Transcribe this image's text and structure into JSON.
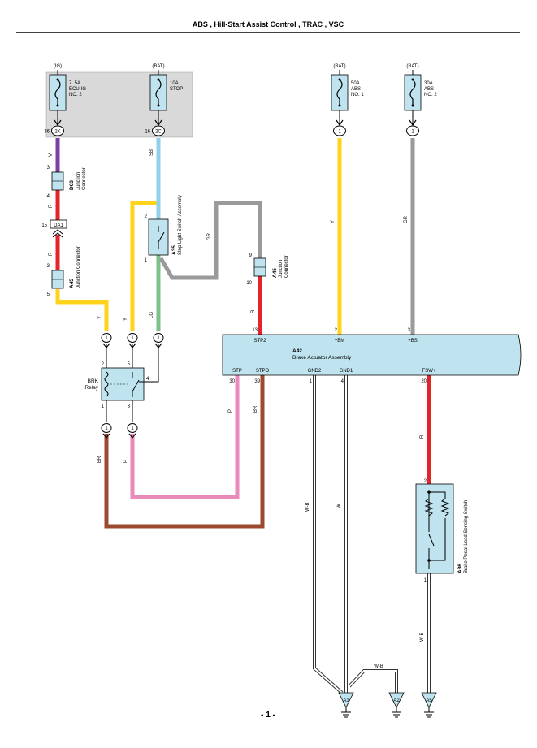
{
  "title": "ABS , Hill-Start Assist Control , TRAC , VSC",
  "page_number": "- 1 -",
  "fuses": [
    {
      "id": "fuse-ecu-ig",
      "supply": "(IG)",
      "lines": [
        "7. 5A",
        "ECU-IG",
        "NO. 2"
      ],
      "pin": "36",
      "conn": "2K"
    },
    {
      "id": "fuse-stop",
      "supply": "(BAT)",
      "lines": [
        "10A",
        "STOP"
      ],
      "pin": "16",
      "conn": "2C"
    },
    {
      "id": "fuse-abs1",
      "supply": "(BAT)",
      "lines": [
        "50A",
        "ABS",
        "NO. 1"
      ],
      "pin": "",
      "conn": "1"
    },
    {
      "id": "fuse-abs2",
      "supply": "(BAT)",
      "lines": [
        "30A",
        "ABS",
        "NO. 2"
      ],
      "pin": "",
      "conn": "1"
    }
  ],
  "components": {
    "d63": {
      "code": "D63",
      "name_lines": [
        "Junction",
        "Connector"
      ],
      "pin_top": "3",
      "pin_bottom": "4"
    },
    "da1": {
      "code": "DA1",
      "pin": "15"
    },
    "a45_left": {
      "code": "A45",
      "name": "Junction Connector",
      "pin_top": "3",
      "pin_bottom": "5"
    },
    "a35": {
      "code": "A35",
      "name": "Stop Light Switch Assembly",
      "pin_top": "2",
      "pin_bottom": "1"
    },
    "a45_right": {
      "code": "A45",
      "name_lines": [
        "Junction",
        "Connector"
      ],
      "pin_top": "9",
      "pin_bottom": "10"
    },
    "brk_relay": {
      "name_lines": [
        "BRK",
        "Relay"
      ],
      "pin_2": "2",
      "pin_5": "5",
      "pin_4": "4",
      "pin_1": "1",
      "pin_3": "3"
    },
    "a42": {
      "code": "A42",
      "name": "Brake Actuator Assembly",
      "top_pins": [
        {
          "num": "13",
          "label": "STP2"
        },
        {
          "num": "2",
          "label": "+BM"
        },
        {
          "num": "3",
          "label": "+BS"
        }
      ],
      "bottom_pins": [
        {
          "num": "30",
          "label": "STP"
        },
        {
          "num": "39",
          "label": "STPO"
        },
        {
          "num": "1",
          "label": "GND2"
        },
        {
          "num": "4",
          "label": "GND1"
        },
        {
          "num": "20",
          "label": "FSW+"
        }
      ]
    },
    "a36": {
      "code": "A36",
      "name": "Brake Pedal Load Sensing Switch",
      "pin_top": "2",
      "pin_bottom": "1"
    }
  },
  "connector_ones": [
    "1",
    "1",
    "1",
    "1",
    "1"
  ],
  "grounds": [
    "A1",
    "A2",
    "A5"
  ],
  "wire_labels": {
    "v": "V",
    "r1": "R",
    "r2": "R",
    "y_left": "Y",
    "y_mid": "Y",
    "sb": "SB",
    "lg": "LG",
    "gr_mid": "GR",
    "r_a45": "R",
    "y_bm": "Y",
    "gr_bs": "GR",
    "br_relay": "BR",
    "p_relay": "P",
    "p_stp": "P",
    "br_stpo": "BR",
    "wb_gnd2": "W-B",
    "w_gnd1": "W",
    "wb_a2": "W-B",
    "r_fsw": "R",
    "wb_a36": "W-B"
  },
  "colors": {
    "violet": "#7b3fa0",
    "red": "#e0262c",
    "yellow": "#ffd21c",
    "sky_blue": "#8fd0ea",
    "light_green": "#7dc18a",
    "gray": "#9a9a9a",
    "pink": "#e98ab8",
    "brown": "#9b4a30",
    "component_fill": "#bfe4ef",
    "fuse_panel": "#d9d9d9"
  }
}
